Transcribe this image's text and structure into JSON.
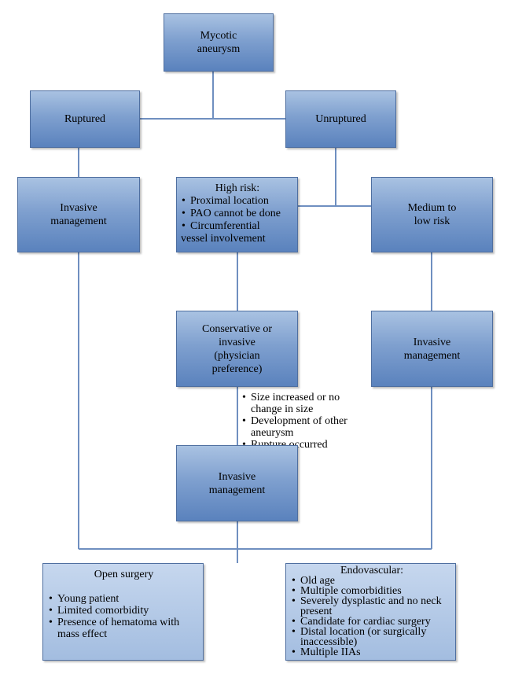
{
  "nodes": {
    "root": {
      "lines": [
        "Mycotic",
        "aneurysm"
      ]
    },
    "ruptured": {
      "lines": [
        "Ruptured"
      ]
    },
    "unruptured": {
      "lines": [
        "Unruptured"
      ]
    },
    "invasive_left": {
      "lines": [
        "Invasive",
        "management"
      ]
    },
    "high_risk": {
      "title": "High risk:",
      "bullets": [
        "Proximal location",
        "PAO cannot be done",
        "Circumferential"
      ],
      "continuation": "vessel involvement"
    },
    "medium_low": {
      "lines": [
        "Medium to",
        "low risk"
      ]
    },
    "conservative": {
      "lines": [
        "Conservative or",
        "invasive",
        "(physician",
        "preference)"
      ]
    },
    "invasive_right": {
      "lines": [
        "Invasive",
        "management"
      ]
    },
    "invasive_mid": {
      "lines": [
        "Invasive",
        "management"
      ]
    },
    "open_surgery": {
      "title": "Open surgery",
      "bullets": [
        "Young patient",
        "Limited comorbidity",
        "Presence of hematoma with mass effect"
      ]
    },
    "endovascular": {
      "title": "Endovascular:",
      "bullets": [
        "Old age",
        "Multiple comorbidities",
        "Severely dysplastic and no neck present",
        "Candidate for cardiac surgery",
        "Distal location (or surgically inaccessible)",
        "Multiple IIAs"
      ]
    }
  },
  "escalation_conditions": [
    "Size increased or no change in size",
    "Development of other aneurysm",
    "Rupture occurred"
  ],
  "colors": {
    "box_top": "#a9c2e2",
    "box_bottom": "#5a82bd",
    "box_border": "#4f6fa0",
    "light_box": "#b5cae7",
    "connector": "#6f8fc0"
  }
}
